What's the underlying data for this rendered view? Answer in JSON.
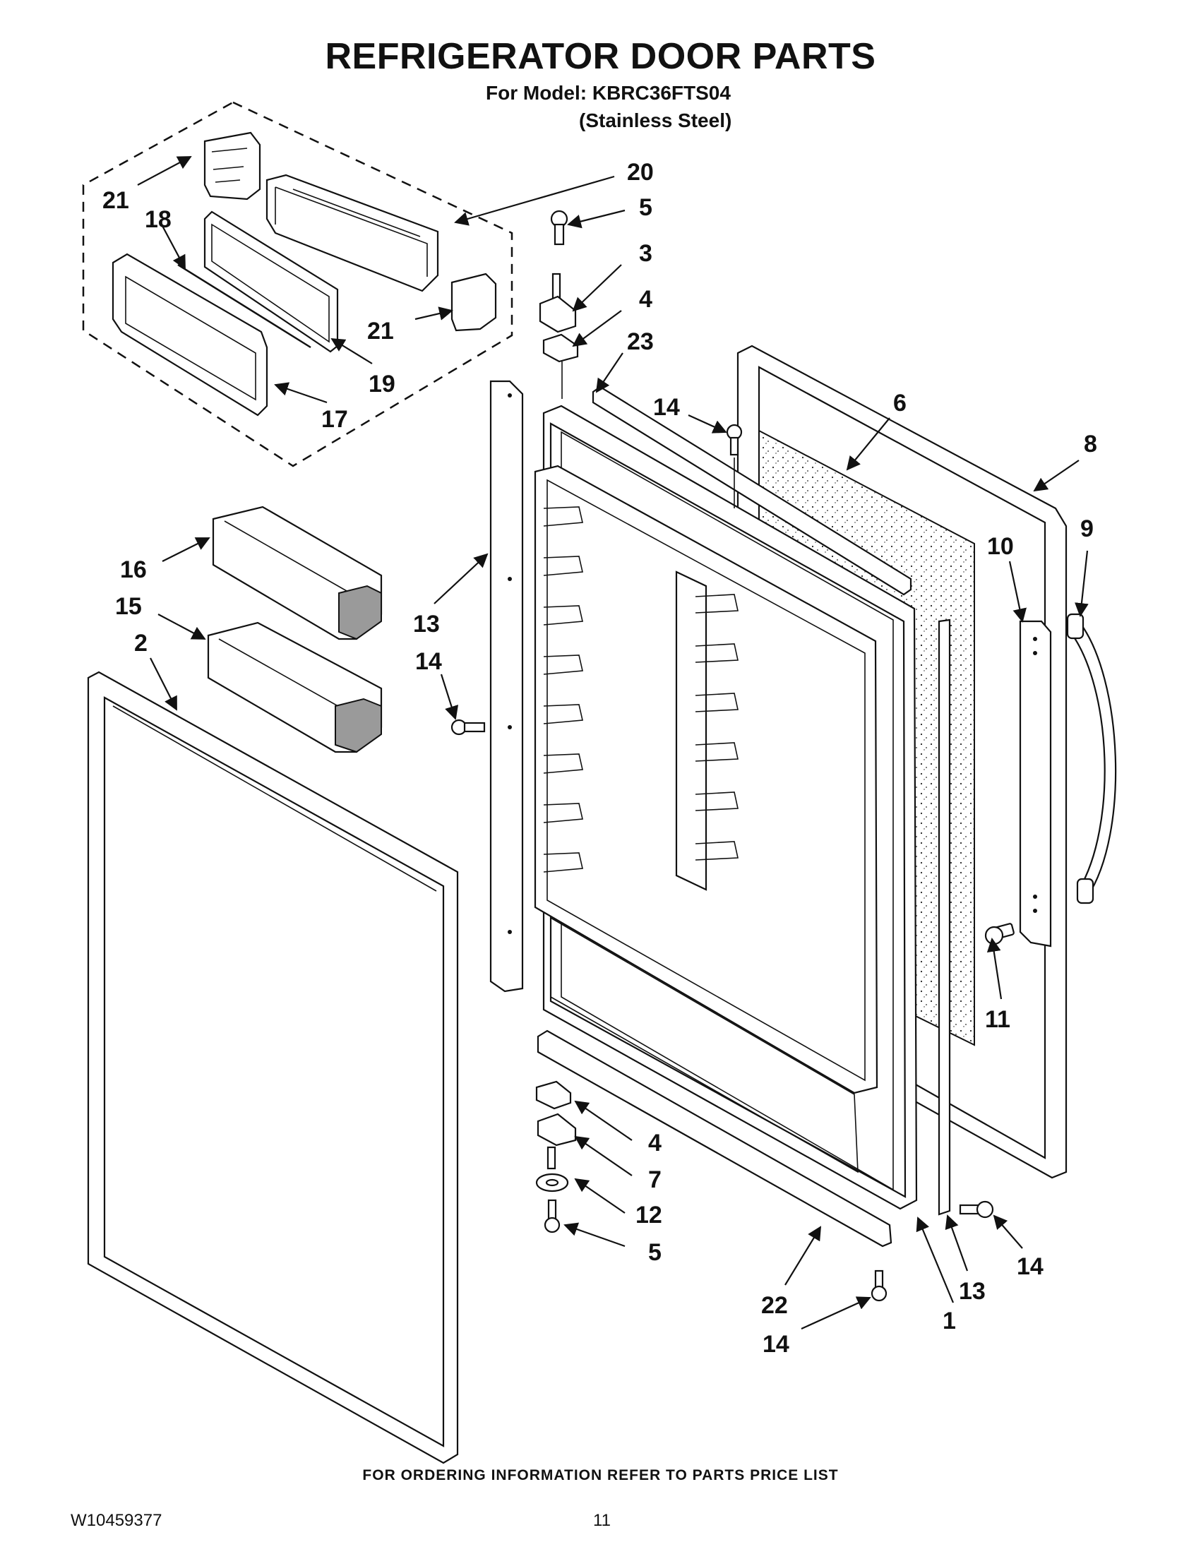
{
  "header": {
    "title": "REFRIGERATOR DOOR PARTS",
    "model_line": "For Model: KBRC36FTS04",
    "finish": "(Stainless Steel)"
  },
  "callouts": {
    "c1": "1",
    "c2": "2",
    "c3": "3",
    "c4_top": "4",
    "c4_bottom": "4",
    "c5_top": "5",
    "c5_bottom": "5",
    "c6": "6",
    "c7": "7",
    "c8": "8",
    "c9": "9",
    "c10": "10",
    "c11": "11",
    "c12": "12",
    "c13_left": "13",
    "c13_right": "13",
    "c14_top": "14",
    "c14_left": "14",
    "c14_right": "14",
    "c14_bottom": "14",
    "c15": "15",
    "c16": "16",
    "c17": "17",
    "c18": "18",
    "c19": "19",
    "c20": "20",
    "c21_top": "21",
    "c21_right": "21",
    "c22": "22",
    "c23": "23"
  },
  "footer": {
    "ordering_note": "FOR ORDERING INFORMATION REFER TO PARTS PRICE LIST",
    "document_number": "W10459377",
    "page_number": "11"
  }
}
